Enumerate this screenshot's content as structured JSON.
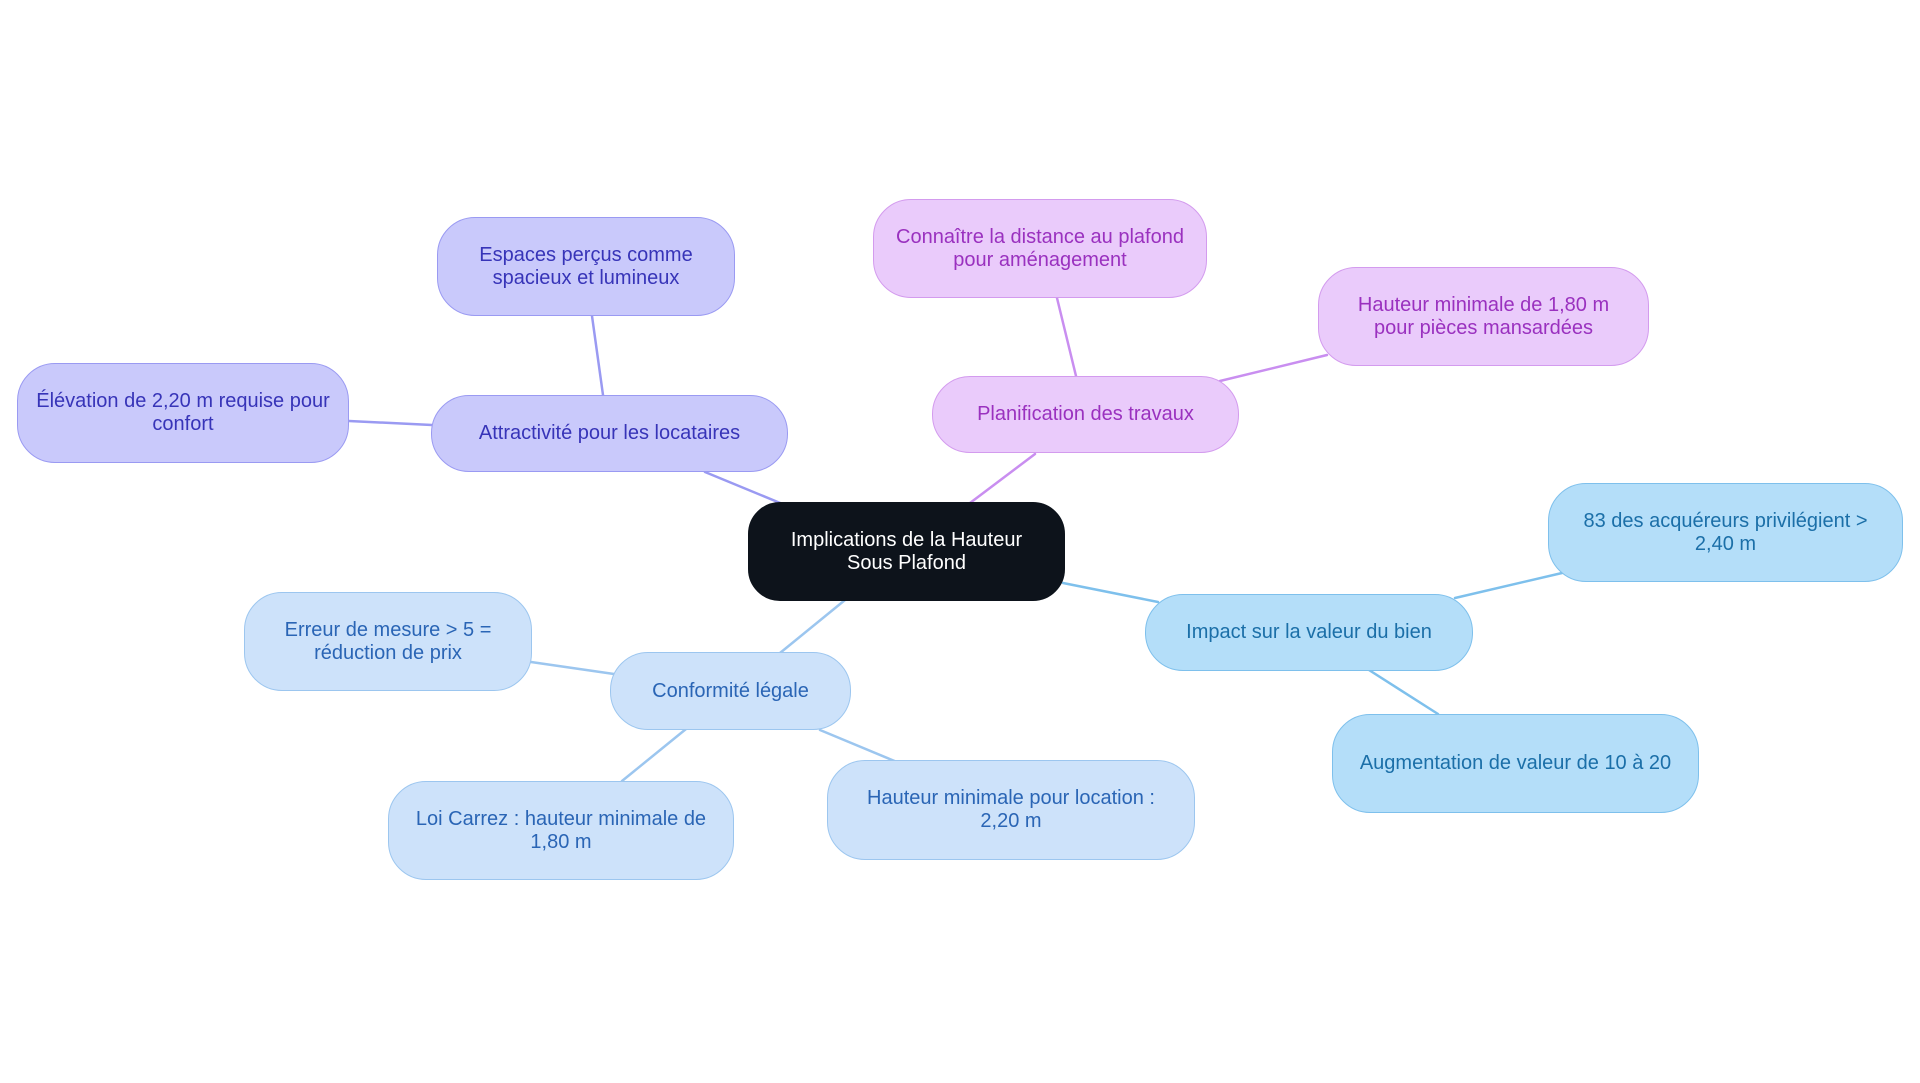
{
  "mindmap": {
    "root": {
      "label": "Implications de la Hauteur Sous Plafond"
    },
    "branches": [
      {
        "label": "Attractivité pour les locataires",
        "children": [
          "Espaces perçus comme spacieux et lumineux",
          "Élévation de 2,20 m requise pour confort"
        ]
      },
      {
        "label": "Planification des travaux",
        "children": [
          "Connaître la distance au plafond pour aménagement",
          "Hauteur minimale de 1,80 m pour pièces mansardées"
        ]
      },
      {
        "label": "Impact sur la valeur du bien",
        "children": [
          "83 des acquéreurs privilégient > 2,40 m",
          "Augmentation de valeur de 10 à 20"
        ]
      },
      {
        "label": "Conformité légale",
        "children": [
          "Erreur de mesure > 5 = réduction de prix",
          "Loi Carrez : hauteur minimale de 1,80 m",
          "Hauteur minimale pour location : 2,20 m"
        ]
      }
    ]
  },
  "colors": {
    "root_fill": "#0d131b",
    "attractivite_fill": "#c9c9fb",
    "attractivite_edge": "#9a9af2",
    "planification_fill": "#eacbfb",
    "planification_edge": "#c98ef0",
    "valeur_fill": "#b4def9",
    "valeur_edge": "#7ec0ec",
    "conformite_fill": "#cde2fa",
    "conformite_edge": "#9cc6ef"
  }
}
